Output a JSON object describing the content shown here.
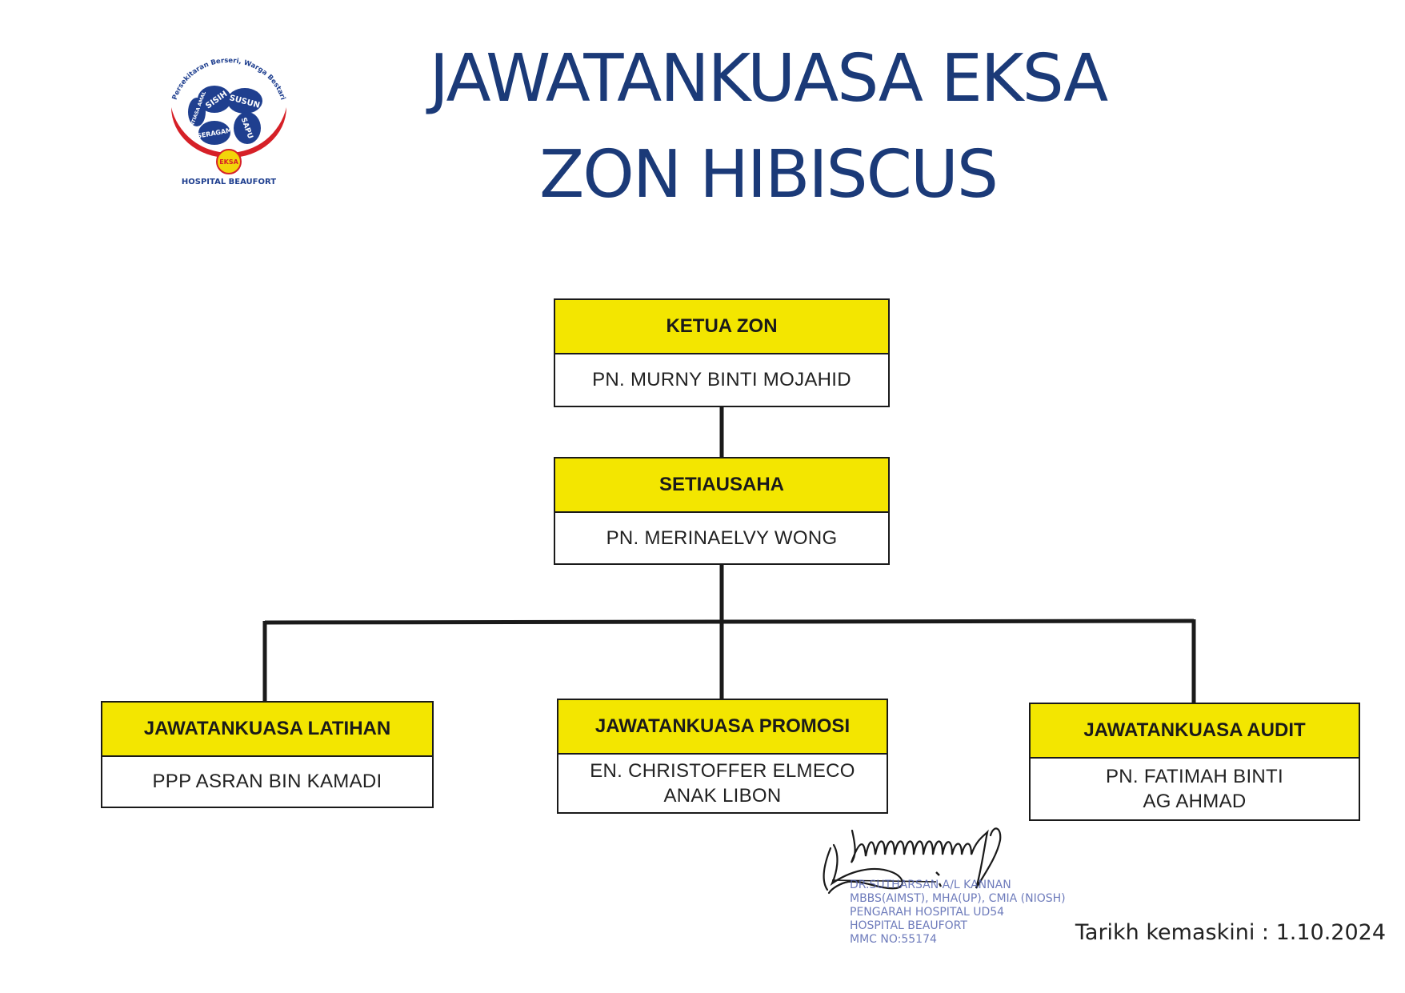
{
  "header": {
    "title_line1": "JAWATANKUASA EKSA",
    "title_line2": "ZON HIBISCUS"
  },
  "logo": {
    "arc_text": "Persekitaran Berseri, Warga Bestari",
    "swirl_words": [
      "SISIH",
      "SUSUN",
      "SAPU",
      "SERAGAM",
      "SENTIASA AMAL"
    ],
    "badge": "EKSA",
    "org_name": "HOSPITAL BEAUFORT",
    "colors": {
      "navy": "#1f3f8f",
      "red": "#d62027",
      "yellow": "#f2d40a"
    }
  },
  "org_chart": {
    "ketua": {
      "role": "KETUA ZON",
      "name": "PN. MURNY BINTI MOJAHID"
    },
    "setiausaha": {
      "role": "SETIAUSAHA",
      "name": "PN. MERINAELVY WONG"
    },
    "latihan": {
      "role": "JAWATANKUASA LATIHAN",
      "name": "PPP ASRAN BIN KAMADI"
    },
    "promosi": {
      "role": "JAWATANKUASA PROMOSI",
      "name": "EN. CHRISTOFFER ELMECO\nANAK LIBON"
    },
    "audit": {
      "role": "JAWATANKUASA AUDIT",
      "name": "PN. FATIMAH BINTI\nAG AHMAD"
    },
    "colors": {
      "header_fill": "#f3e600",
      "border": "#1a1a1a"
    }
  },
  "stamp": {
    "line1": "DR.SUTHARSAN A/L KANNAN",
    "line2": "MBBS(AIMST), MHA(UP), CMIA (NIOSH)",
    "line3": "PENGARAH HOSPITAL UD54",
    "line4": "HOSPITAL BEAUFORT",
    "line5": "MMC NO:55174",
    "color": "#5565b0"
  },
  "footer": {
    "updated_label": "Tarikh kemaskini : 1.10.2024"
  }
}
